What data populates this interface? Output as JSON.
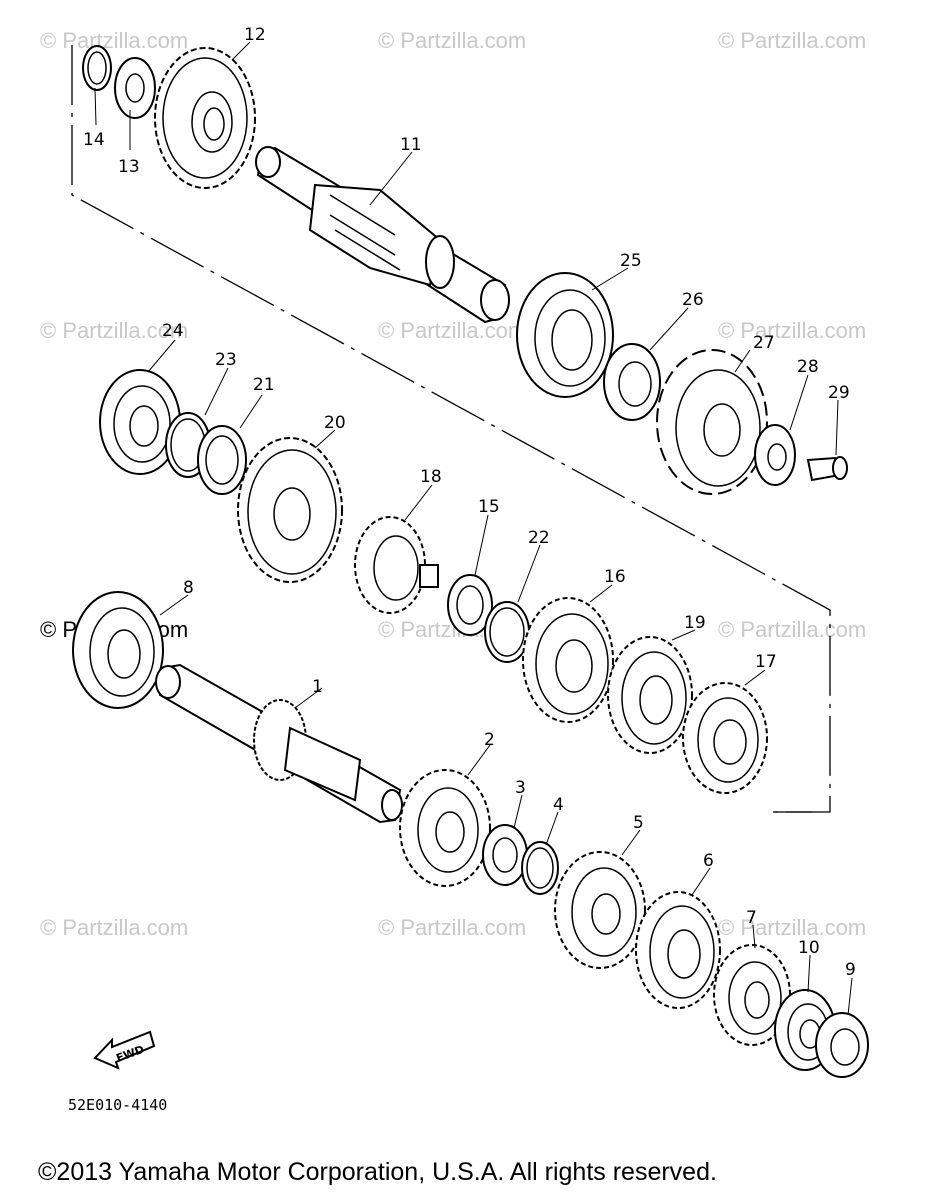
{
  "watermark": "© Partzilla.com",
  "diagram_code": "52E010-4140",
  "fwd_label": "FWD",
  "copyright": "©2013  Yamaha Motor Corporation, U.S.A. All rights reserved.",
  "callouts": {
    "c1": "1",
    "c2": "2",
    "c3": "3",
    "c4": "4",
    "c5": "5",
    "c6": "6",
    "c7": "7",
    "c8": "8",
    "c9": "9",
    "c10": "10",
    "c11": "11",
    "c12": "12",
    "c13": "13",
    "c14": "14",
    "c15": "15",
    "c16": "16",
    "c17": "17",
    "c18": "18",
    "c19": "19",
    "c20": "20",
    "c21": "21",
    "c22": "22",
    "c23": "23",
    "c24": "24",
    "c25": "25",
    "c26": "26",
    "c27": "27",
    "c28": "28",
    "c29": "29"
  }
}
